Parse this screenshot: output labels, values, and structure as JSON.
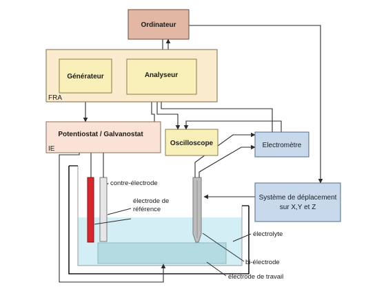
{
  "boxes": {
    "ordinateur": "Ordinateur",
    "generateur": "Générateur",
    "analyseur": "Analyseur",
    "fra": "FRA",
    "potentiostat": "Potentiostat / Galvanostat",
    "ie": "IE",
    "oscilloscope": "Oscilloscope",
    "electrometre": "Electromètre",
    "systeme_line1": "Système de déplacement",
    "systeme_line2": "sur X,Y et Z"
  },
  "labels": {
    "contre_electrode": "contre-électrode",
    "electrode_reference_line1": "électrode de",
    "electrode_reference_line2": "référence",
    "electrolyte": "électrolyte",
    "bi_electrode": "bi-électrode",
    "electrode_travail": "électrode de travail"
  },
  "colors": {
    "ordinateur_fill": "#e2b8a4",
    "fra_fill": "#fbebcd",
    "inner_box_fill": "#f8f0b8",
    "potentiostat_fill": "#fae2d6",
    "oscilloscope_fill": "#f8f0b8",
    "electrometre_fill": "#c9d9ec",
    "systeme_fill": "#c9d9ec",
    "electrolyte_fill": "#d3eef4",
    "working_electrode_fill": "#b5dbe2",
    "counter_electrode_fill": "#d8262a",
    "reference_electrode_fill": "#e6e6e6",
    "bi_electrode_fill": "#bdbdbd"
  }
}
